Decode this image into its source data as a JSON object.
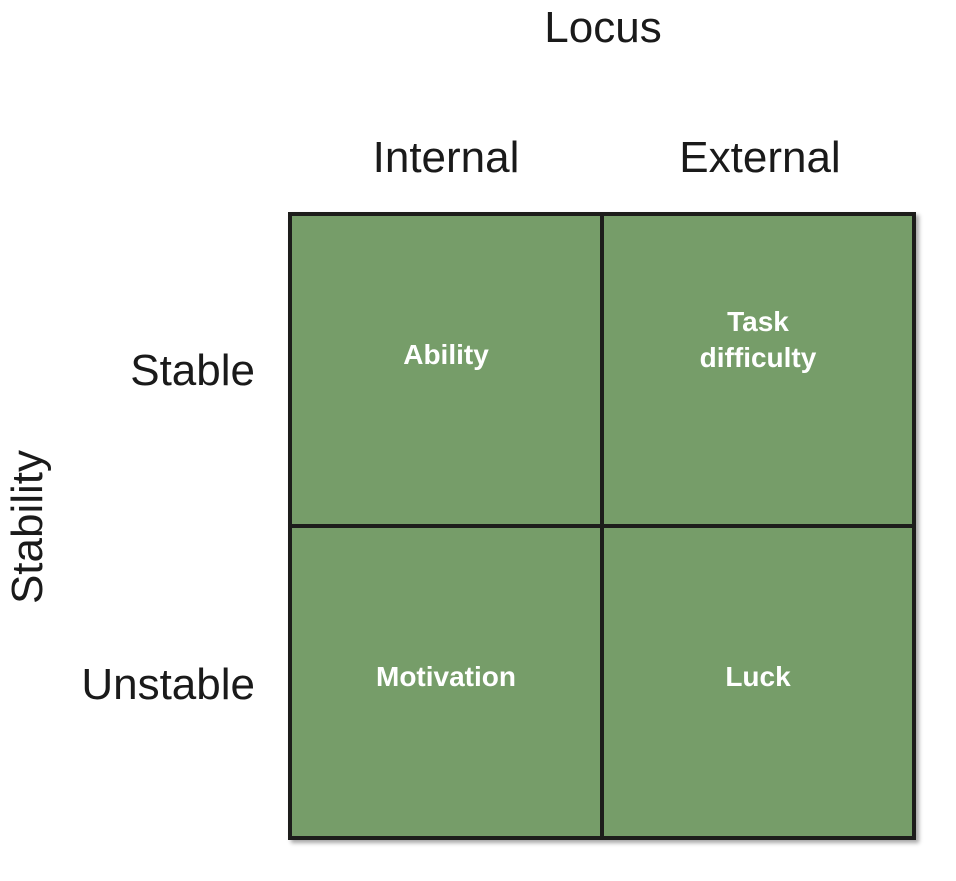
{
  "title_top": "Locus",
  "columns": [
    "Internal",
    "External"
  ],
  "title_side": "Stability",
  "rows": [
    "Stable",
    "Unstable"
  ],
  "cells": [
    {
      "lines": [
        "Ability"
      ]
    },
    {
      "lines": [
        "Task",
        "difficulty"
      ]
    },
    {
      "lines": [
        "Motivation"
      ]
    },
    {
      "lines": [
        "Luck"
      ]
    }
  ],
  "colors": {
    "cell_fill": "#769d69",
    "border": "#1d1d1b",
    "cell_text": "#ffffff",
    "axis_text": "#1a1a1a"
  }
}
